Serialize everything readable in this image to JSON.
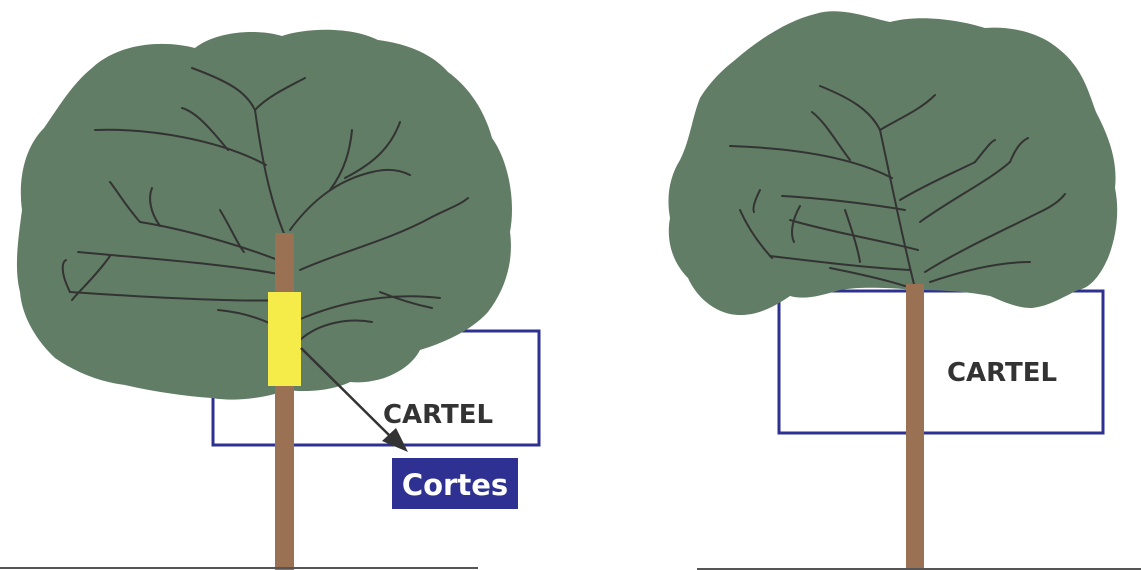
{
  "left_panel": {
    "sign_label": "CARTEL",
    "cut_label": "Cortes"
  },
  "right_panel": {
    "sign_label": "CARTEL"
  },
  "colors": {
    "canopy": "#627D65",
    "branch": "#333333",
    "trunk": "#9A7152",
    "cut_band": "#F5EC4A",
    "sign_border": "#2E3192",
    "label_bg": "#2E3192",
    "ground": "#555555"
  }
}
